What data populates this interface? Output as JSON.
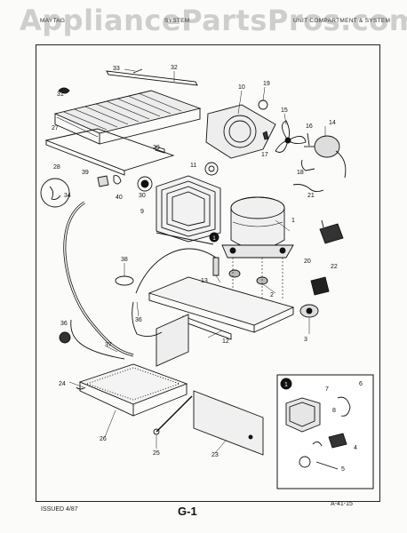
{
  "watermark": "AppliancePartsPros.com",
  "header": {
    "left": "MAYTAG",
    "center": "SYSTEM",
    "right": "UNIT COMPARTMENT & SYSTEM"
  },
  "footer": {
    "issued": "ISSUED 4/87",
    "page": "G-1",
    "ref": "A-41-15"
  },
  "callouts": [
    "1",
    "2",
    "3",
    "4",
    "5",
    "6",
    "7",
    "8",
    "9",
    "10",
    "11",
    "12",
    "13",
    "14",
    "15",
    "16",
    "17",
    "18",
    "19",
    "20",
    "21",
    "22",
    "23",
    "24",
    "26",
    "25",
    "27",
    "28",
    "29",
    "30",
    "31",
    "32",
    "33",
    "34",
    "35",
    "36",
    "37",
    "38",
    "39",
    "40"
  ],
  "inset_marker": "1"
}
